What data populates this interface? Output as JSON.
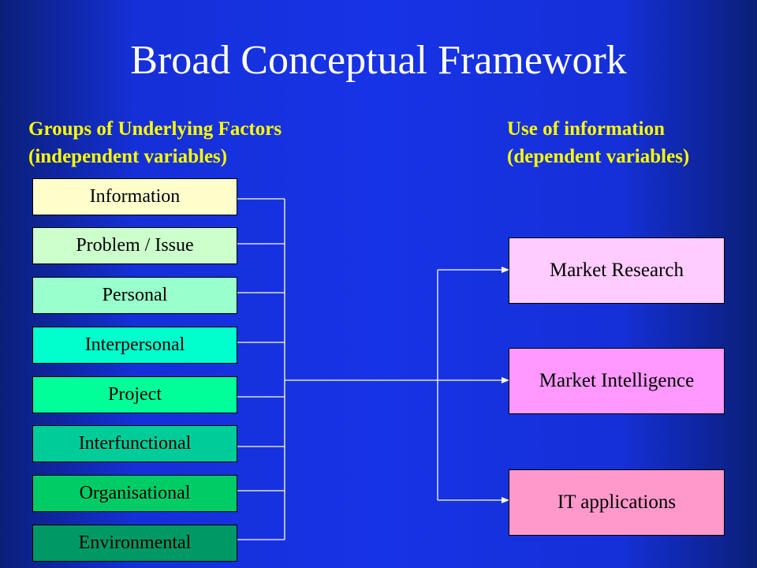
{
  "title": "Broad Conceptual Framework",
  "left_heading": {
    "line1": "Groups of Underlying Factors",
    "line2": "(independent variables)"
  },
  "right_heading": {
    "line1": "Use of information",
    "line2": "(dependent variables)"
  },
  "factors": [
    {
      "label": "Information",
      "color": "#ffffcc"
    },
    {
      "label": "Problem / Issue",
      "color": "#ccffcc"
    },
    {
      "label": "Personal",
      "color": "#99ffcc"
    },
    {
      "label": "Interpersonal",
      "color": "#00ffcc"
    },
    {
      "label": "Project",
      "color": "#00ff99"
    },
    {
      "label": "Interfunctional",
      "color": "#00cc99"
    },
    {
      "label": "Organisational",
      "color": "#00cc66"
    },
    {
      "label": "Environmental",
      "color": "#009966"
    }
  ],
  "outcomes": [
    {
      "label": "Market Research",
      "color": "#ffccff"
    },
    {
      "label": "Market Intelligence",
      "color": "#ff99ff"
    },
    {
      "label": "IT applications",
      "color": "#ff99cc"
    }
  ],
  "colors": {
    "title": "#ffffff",
    "headings": "#ffff00",
    "lines": "#ffffff"
  }
}
